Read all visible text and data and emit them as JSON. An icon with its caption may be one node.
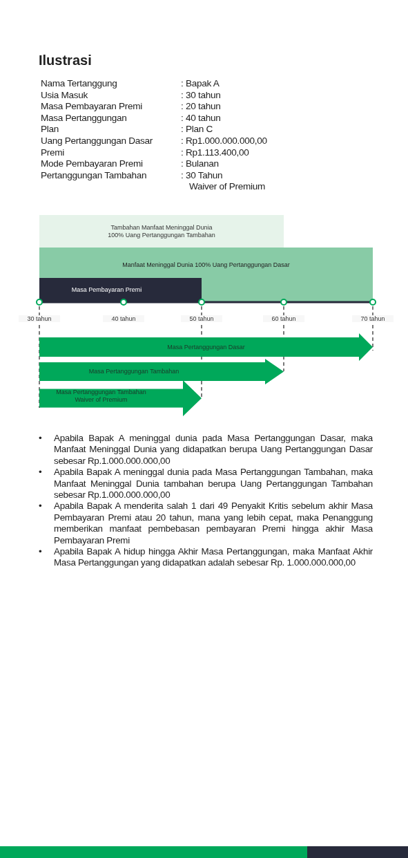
{
  "diagram": {
    "title": "Ilustrasi",
    "nodes": [
      {
        "text": [
          "Tambahan Manfaat Meninggal Dunia 100% Uang Pertanggungan Tambahan"
        ]
      },
      {
        "text": [
          "Manfaat Meninggal Dunia 100% Uang Pertanggungan Dasar"
        ]
      },
      {
        "text": [
          "Masa Pembayaran Premi"
        ],
        "in": 1
      },
      {
        "text": [
          "Masa Pertanggungan Dasar"
        ]
      },
      {
        "text": [
          "Masa Pertanggungan Tambahan"
        ]
      },
      {
        "text": [
          "Masa Pertanggungan Tambahan Waiver of Premium"
        ]
      }
    ],
    "labels": [
      "Nama Tertanggung",
      ": Bapak A",
      "Usia Masuk",
      ": 30 tahun",
      "Masa Pembayaran Premi",
      ": 20 tahun",
      "Masa Pertanggungan",
      ": 40 tahun",
      "Plan",
      ": Plan C",
      "Uang Pertanggungan Dasar",
      ": Rp1.000.000.000,00",
      "Premi",
      ": Rp1.113.400,00",
      "Mode Pembayaran Premi",
      ": Bulanan",
      "Pertanggungan Tambahan",
      ": 30 Tahun",
      "Waiver of Premium",
      "30 tahun",
      "40 tahun",
      "50 tahun",
      "60 tahun",
      "70 tahun",
      "•",
      "Apabila Bapak A meninggal dunia pada Masa Pertanggungan Dasar, maka Manfaat Meninggal Dunia yang didapatkan berupa Uang Pertanggungan Dasar sebesar Rp.1.000.000.000,00",
      "•",
      "Apabila Bapak A meninggal dunia pada Masa Pertanggungan Tambahan, maka Manfaat Meninggal Dunia tambahan berupa Uang Pertanggungan Tambahan sebesar Rp.1.000.000.000,00",
      "•",
      "Apabila Bapak A menderita salah 1 dari 49 Penyakit Kritis sebelum akhir Masa Pembayaran Premi atau 20 tahun, mana yang lebih cepat, maka Penanggung memberikan manfaat pembebasan pembayaran Premi hingga akhir Masa Pembayaran Premi",
      "•",
      "Apabila Bapak A hidup hingga Akhir Masa Pertanggungan, maka Manfaat Akhir Masa Pertanggungan yang didapatkan adalah sebesar Rp. 1.000.000.000,00"
    ]
  }
}
